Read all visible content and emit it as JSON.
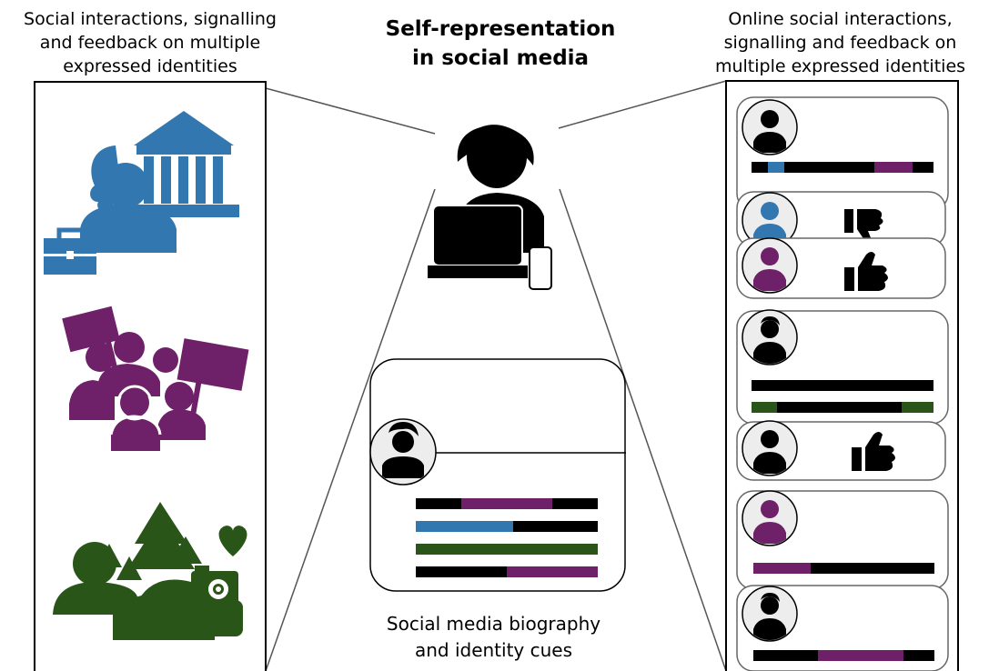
{
  "title": "Self-representation\nin social media",
  "left_caption": "Social interactions, signalling\nand feedback on multiple\nexpressed identities",
  "right_caption": "Online social interactions,\nsignalling and feedback on\nmultiple expressed identities",
  "bio_caption": "Social media biography\nand identity cues",
  "colors": {
    "work": "#3377B0",
    "activism": "#6E2068",
    "nature": "#2A5519",
    "ink": "#000000",
    "frame": "#777777",
    "avatar_bg": "#EDEDED"
  },
  "identities": [
    {
      "name": "work",
      "icons": [
        "person-icon",
        "government-building-icon",
        "briefcase-icon"
      ]
    },
    {
      "name": "activism",
      "icons": [
        "protest-group-icon",
        "placard-icon"
      ]
    },
    {
      "name": "nature",
      "icons": [
        "forest-landscape-icon",
        "camera-icon",
        "heart-icon"
      ]
    }
  ],
  "feed_reactions": [
    "thumbs-down-icon",
    "thumbs-up-icon",
    "thumbs-up-icon"
  ]
}
